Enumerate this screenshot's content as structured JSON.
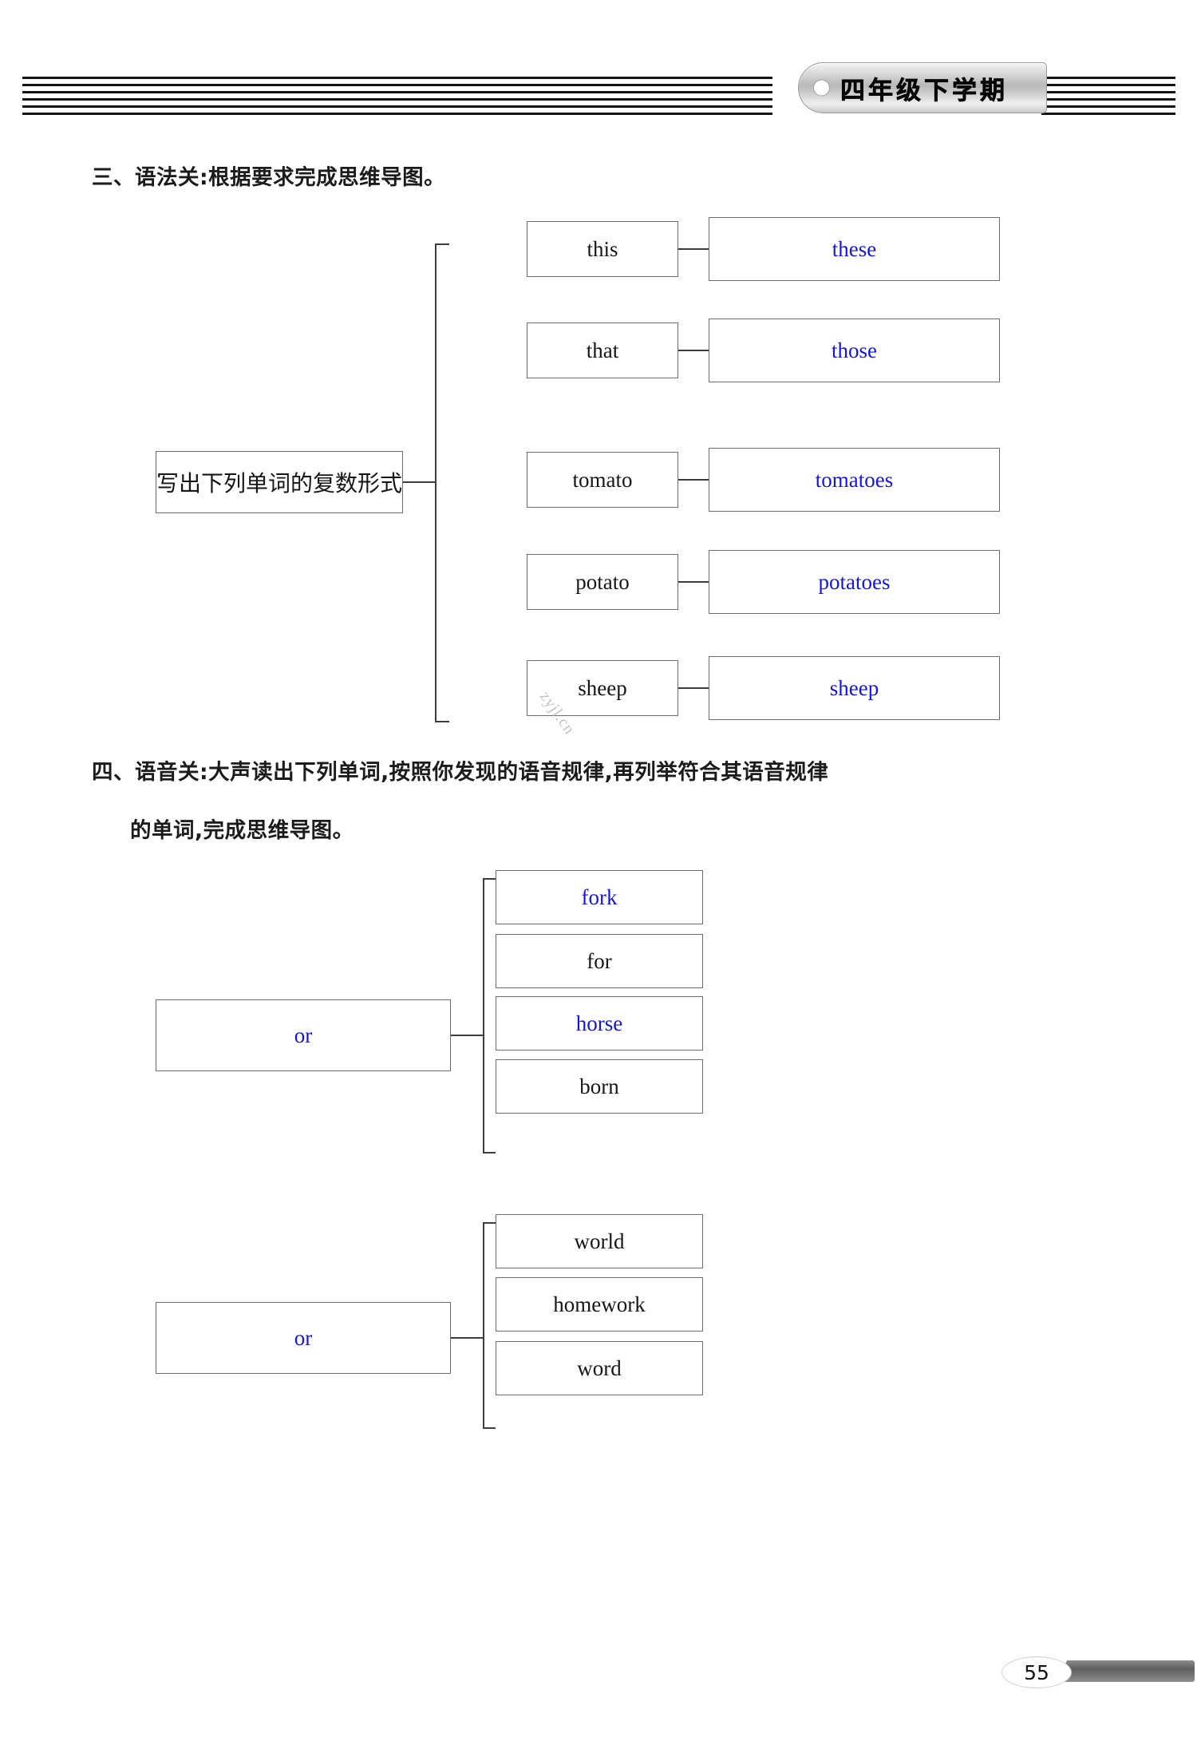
{
  "header": {
    "badge_label": "四年级下学期",
    "stripe_count": 6
  },
  "colors": {
    "answer_blue": "#1414e6",
    "text_black": "#161616",
    "box_border": "#6d6d6d"
  },
  "sections": [
    {
      "id": "section-3",
      "heading": "三、语法关:根据要求完成思维导图。",
      "central_node": "写出下列单词的复数形式",
      "pairs": [
        {
          "singular": "this",
          "plural": "these",
          "singular_filled": false,
          "plural_filled": true
        },
        {
          "singular": "that",
          "plural": "those",
          "singular_filled": false,
          "plural_filled": true
        },
        {
          "singular": "tomato",
          "plural": "tomatoes",
          "singular_filled": false,
          "plural_filled": true
        },
        {
          "singular": "potato",
          "plural": "potatoes",
          "singular_filled": false,
          "plural_filled": true
        },
        {
          "singular": "sheep",
          "plural": "sheep",
          "singular_filled": false,
          "plural_filled": true
        }
      ]
    },
    {
      "id": "section-4",
      "heading_line1": "四、语音关:大声读出下列单词,按照你发现的语音规律,再列举符合其语音规律",
      "heading_line2": "的单词,完成思维导图。",
      "groups": [
        {
          "center": "or",
          "center_filled": true,
          "words": [
            {
              "text": "fork",
              "filled": true
            },
            {
              "text": "for",
              "filled": false
            },
            {
              "text": "horse",
              "filled": true
            },
            {
              "text": "born",
              "filled": false
            }
          ]
        },
        {
          "center": "or",
          "center_filled": true,
          "words": [
            {
              "text": "world",
              "filled": false
            },
            {
              "text": "homework",
              "filled": false
            },
            {
              "text": "word",
              "filled": false
            }
          ]
        }
      ]
    }
  ],
  "watermark": "zyjl.cn",
  "footer": {
    "page_number": "55"
  }
}
